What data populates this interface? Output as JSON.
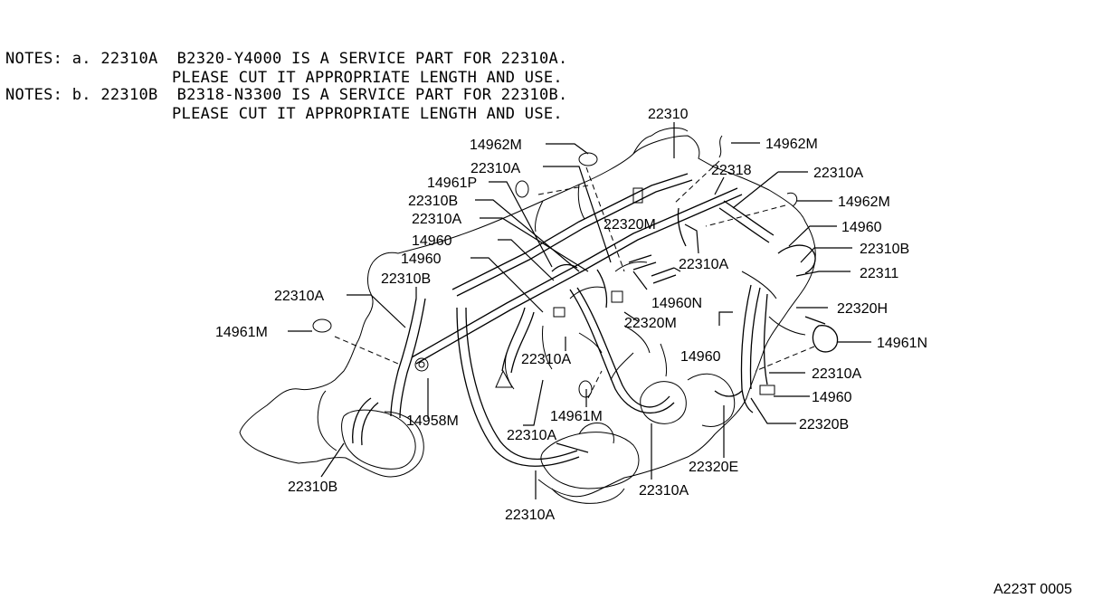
{
  "notes": [
    {
      "line1": "NOTES: a. 22310A  B2320-Y4000 IS A SERVICE PART FOR 22310A.",
      "line2": "PLEASE CUT IT APPROPRIATE LENGTH AND USE."
    },
    {
      "line1": "NOTES: b. 22310B  B2318-N3300 IS A SERVICE PART FOR 22310B.",
      "line2": "PLEASE CUT IT APPROPRIATE LENGTH AND USE."
    }
  ],
  "labels": {
    "l22310_top": "22310",
    "l14962M_a": "14962M",
    "l14962M_b": "14962M",
    "l14962M_c": "14962M",
    "l22310A_a": "22310A",
    "l22318": "22318",
    "l22310A_b": "22310A",
    "l14961P": "14961P",
    "l22310B_a": "22310B",
    "l22310A_c": "22310A",
    "l22320M_a": "22320M",
    "l14960_a": "14960",
    "l14960_b": "14960",
    "l22310B_b": "22310B",
    "l14960_c": "14960",
    "l22310B_c": "22310B",
    "l22310A_d": "22310A",
    "l22311": "22311",
    "l22310A_e": "22310A",
    "l14960N": "14960N",
    "l22320H": "22320H",
    "l22320M_b": "22320M",
    "l14961M_a": "14961M",
    "l14960_d": "14960",
    "l14961N": "14961N",
    "l22310A_f": "22310A",
    "l22310A_g": "22310A",
    "l14958M": "14958M",
    "l14960_e": "14960",
    "l14961M_b": "14961M",
    "l22320B": "22320B",
    "l22310A_h": "22310A",
    "l22310B_d": "22310B",
    "l22320E": "22320E",
    "l22310A_i": "22310A",
    "l22310A_j": "22310A"
  },
  "footer": {
    "code": "A223T 0005"
  }
}
